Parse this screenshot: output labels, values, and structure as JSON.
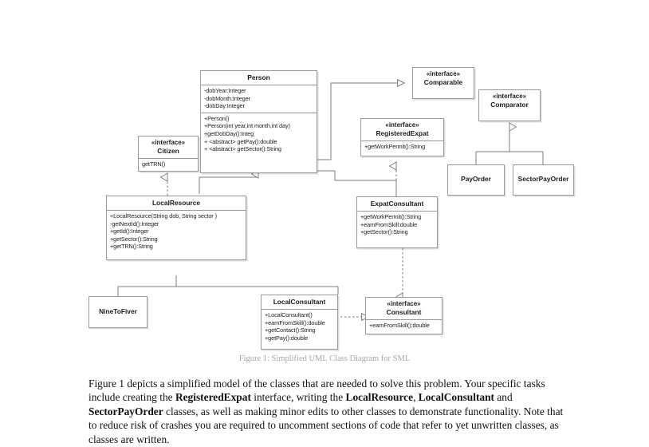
{
  "figure": {
    "caption": "Figure 1: Simplified UML Class Diagram for SML"
  },
  "diagram": {
    "type": "uml-class-diagram",
    "classes": [
      {
        "id": "person",
        "name": "Person",
        "stereotype": "",
        "attributes": [
          "-dobYear:Integer",
          "-dobMonth:Integer",
          "-dobDay:Integer"
        ],
        "methods": [
          "+Person()",
          "+Person(int year,int month,int day)",
          "+getDobDay():Integ",
          "+ <abstract> getPay():double",
          "+ <abstract> getSector():String"
        ]
      },
      {
        "id": "citizen",
        "name": "Citizen",
        "stereotype": "«interface»",
        "attributes": [],
        "methods": [
          "getTRN()"
        ]
      },
      {
        "id": "comparable",
        "name": "Comparable",
        "stereotype": "«interface»",
        "attributes": [],
        "methods": []
      },
      {
        "id": "registeredexpat",
        "name": "RegisteredExpat",
        "stereotype": "«interface»",
        "attributes": [],
        "methods": [
          "+getWorkPermit():String"
        ]
      },
      {
        "id": "comparator",
        "name": "Comparator",
        "stereotype": "«interface»",
        "attributes": [],
        "methods": []
      },
      {
        "id": "payorder",
        "name": "PayOrder",
        "stereotype": "",
        "attributes": [],
        "methods": []
      },
      {
        "id": "sectorpayorder",
        "name": "SectorPayOrder",
        "stereotype": "",
        "attributes": [],
        "methods": []
      },
      {
        "id": "localresource",
        "name": "LocalResource",
        "stereotype": "",
        "attributes": [],
        "methods": [
          "+LocalResource(String dob, String sector   )",
          "-getNextId():Integer",
          "+getId():Integer",
          "+getSector():String",
          "+getTRN():String"
        ]
      },
      {
        "id": "expatconsultant",
        "name": "ExpatConsultant",
        "stereotype": "",
        "attributes": [],
        "methods": [
          "+getWorkPermit():String",
          "+earnFromSkill:double",
          "+getSector():String"
        ]
      },
      {
        "id": "ninetofiver",
        "name": "NineToFiver",
        "stereotype": "",
        "attributes": [],
        "methods": []
      },
      {
        "id": "localconsultant",
        "name": "LocalConsultant",
        "stereotype": "",
        "attributes": [],
        "methods": [
          "+LocalConsultant()",
          "+earnFromSkill():double",
          "+getContact():String",
          "+getPay():double"
        ]
      },
      {
        "id": "consultant",
        "name": "Consultant",
        "stereotype": "«interface»",
        "attributes": [],
        "methods": [
          "+earnFromSkill():double"
        ]
      }
    ],
    "relations": [
      {
        "from": "person",
        "to": "comparable",
        "type": "realization"
      },
      {
        "from": "localresource",
        "to": "citizen",
        "type": "realization"
      },
      {
        "from": "localresource",
        "to": "person",
        "type": "generalization"
      },
      {
        "from": "expatconsultant",
        "to": "registeredexpat",
        "type": "realization"
      },
      {
        "from": "expatconsultant",
        "to": "person",
        "type": "generalization"
      },
      {
        "from": "expatconsultant",
        "to": "consultant",
        "type": "realization"
      },
      {
        "from": "payorder",
        "to": "comparator",
        "type": "generalization"
      },
      {
        "from": "sectorpayorder",
        "to": "comparator",
        "type": "generalization"
      },
      {
        "from": "ninetofiver",
        "to": "localresource",
        "type": "generalization"
      },
      {
        "from": "localconsultant",
        "to": "localresource",
        "type": "generalization"
      },
      {
        "from": "localconsultant",
        "to": "consultant",
        "type": "realization"
      }
    ]
  },
  "body": {
    "p1_a": "Figure 1 depicts a simplified model of the classes that are needed to solve this problem. Your specific tasks include creating the ",
    "b1": "RegisteredExpat",
    "p1_b": " interface, writing the ",
    "b2": "LocalResource",
    "p1_c": ", ",
    "b3": "LocalConsultant",
    "p1_d": " and ",
    "b4": "SectorPayOrder",
    "p1_e": " classes, as well as making minor edits to other classes to demonstrate functionality. Note that to reduce risk of crashes you are required to uncomment sections of code that refer to yet unwritten classes,  as classes are written."
  },
  "colors": {
    "box_border": "#9a9a9a",
    "line": "#7d7d7d",
    "caption_text": "#a8a8a8",
    "body_text": "#111111"
  }
}
